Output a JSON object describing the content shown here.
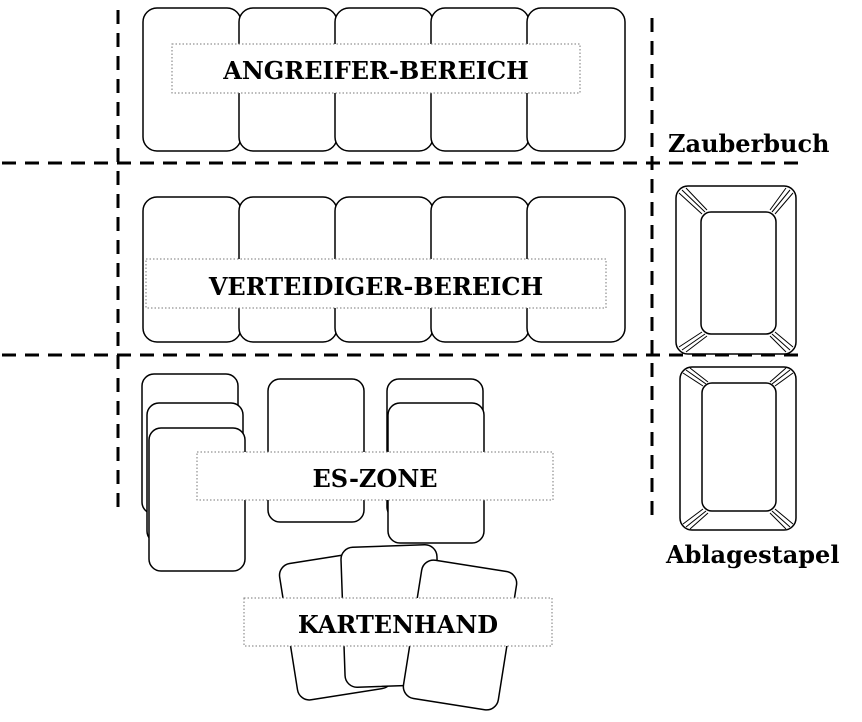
{
  "zones": {
    "attacker": "ANGREIFER-BEREICH",
    "defender": "VERTEIDIGER-BEREICH",
    "es_zone": "ES-ZONE",
    "hand": "KARTENHAND"
  },
  "piles": {
    "spellbook": "Zauberbuch",
    "discard": "Ablagestapel"
  },
  "colors": {
    "ink": "#000000",
    "background": "#ffffff",
    "label_border": "#777777"
  }
}
